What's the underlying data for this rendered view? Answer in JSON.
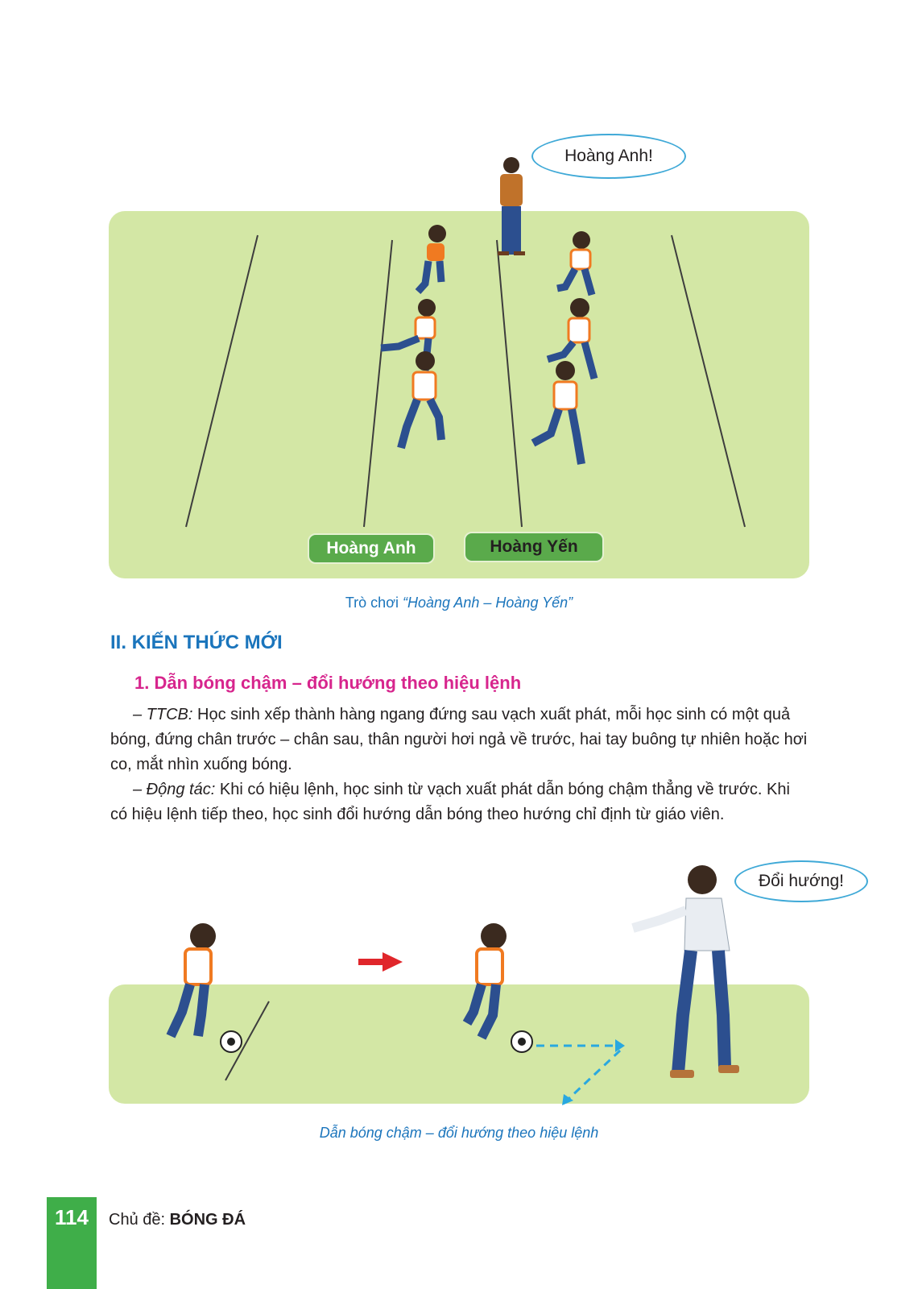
{
  "top_illustration": {
    "speech": "Hoàng Anh!",
    "team_left": "Hoàng Anh",
    "team_right": "Hoàng Yến",
    "caption_prefix": "Trò chơi ",
    "caption_title": "“Hoàng Anh – Hoàng Yến”"
  },
  "section": {
    "heading": "II. KIẾN THỨC MỚI",
    "subheading": "1. Dẫn bóng chậm – đổi hướng theo hiệu lệnh",
    "p1_term": "– TTCB:",
    "p1_text": " Học sinh xếp thành hàng ngang đứng sau vạch xuất phát, mỗi học sinh có một quả bóng, đứng chân trước – chân sau, thân người hơi ngả về trước, hai tay buông tự nhiên hoặc hơi co, mắt nhìn xuống bóng.",
    "p2_term": "– Động tác:",
    "p2_text": " Khi có hiệu lệnh, học sinh từ vạch xuất phát dẫn bóng chậm thẳng về trước. Khi có hiệu lệnh tiếp theo, học sinh đổi hướng dẫn bóng theo hướng chỉ định từ giáo viên."
  },
  "bottom_illustration": {
    "speech": "Đổi hướng!",
    "caption": "Dẫn bóng chậm – đổi hướng theo hiệu lệnh"
  },
  "footer": {
    "page_number": "114",
    "topic_label": "Chủ đề: ",
    "topic_name": "BÓNG ĐÁ"
  },
  "colors": {
    "field": "#d3e7a5",
    "heading_blue": "#1b75bc",
    "subheading_magenta": "#d7258d",
    "footer_green": "#3fae49",
    "pill_green": "#5aaa4b"
  }
}
